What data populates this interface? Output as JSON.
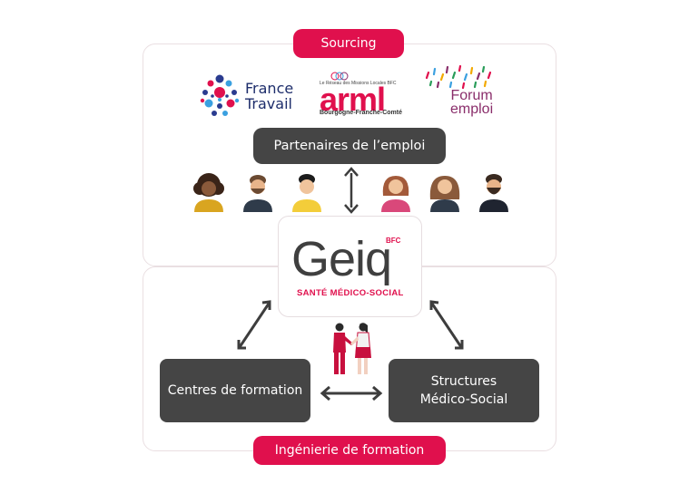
{
  "sourcing": {
    "label": "Sourcing"
  },
  "logos": {
    "france_travail": {
      "line1": "France",
      "line2": "Travail"
    },
    "arml": {
      "tagline": "Le Réseau des Missions Locales BFC",
      "name": "arml",
      "region": "Bourgogne-Franche-Comté"
    },
    "forum_emploi": {
      "line1": "Forum",
      "line2": "emploi"
    }
  },
  "partenaires": {
    "label": "Partenaires de l’emploi"
  },
  "geiq": {
    "name": "Geiq",
    "badge": "BFC",
    "subtitle": "SANTÉ MÉDICO-SOCIAL"
  },
  "centres": {
    "label": "Centres de formation"
  },
  "structures": {
    "line1": "Structures",
    "line2": "Médico-Social"
  },
  "ingenierie": {
    "label": "Ingénierie de formation"
  },
  "colors": {
    "accent": "#e0104d",
    "dark_box": "#454545",
    "arrow": "#3d3d3d",
    "border": "#eadfe2"
  }
}
